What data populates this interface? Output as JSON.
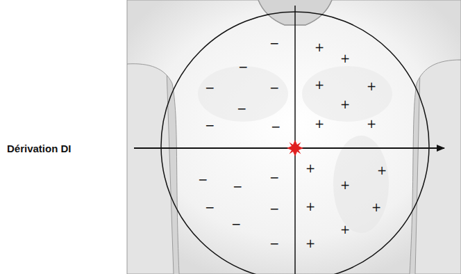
{
  "diagram": {
    "labels": [
      "Dérivation DI",
      "−",
      "−",
      "−",
      "−",
      "−",
      "−",
      "−",
      "−",
      "−",
      "−",
      "−",
      "−",
      "−",
      "−",
      "+",
      "+",
      "+",
      "+",
      "+",
      "+",
      "+",
      "+",
      "+",
      "+",
      "+",
      "+",
      "+",
      "+"
    ]
  }
}
